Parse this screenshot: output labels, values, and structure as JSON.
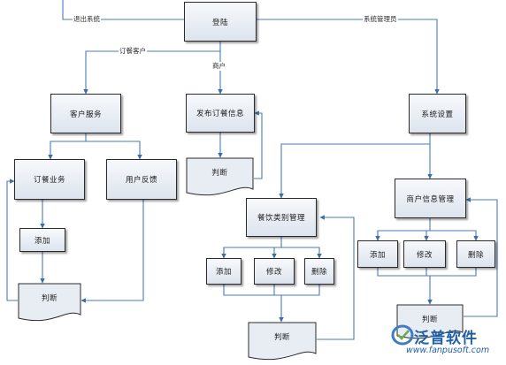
{
  "diagram": {
    "nodes": {
      "login": "登陆",
      "customer_service": "客户服务",
      "publish_info": "发布订餐信息",
      "system_settings": "系统设置",
      "order_business": "订餐业务",
      "user_feedback": "用户反馈",
      "add_order": "添加",
      "category_mgmt": "餐饮类别管理",
      "merchant_info_mgmt": "商户信息管理",
      "cat_add": "添加",
      "cat_modify": "修改",
      "cat_delete": "删除",
      "mer_add": "添加",
      "mer_modify": "修改",
      "mer_delete": "删除"
    },
    "docs": {
      "judge_publish": "判断",
      "judge_order": "判断",
      "judge_category": "判断",
      "judge_merchant": "判断"
    },
    "edge_labels": {
      "exit_system": "退出系统",
      "sys_admin": "系统管理员",
      "order_customer": "订餐客户",
      "merchant": "商户"
    }
  },
  "watermark": {
    "brand_name": "泛普软件",
    "url": "www.fanpusoft.com"
  }
}
